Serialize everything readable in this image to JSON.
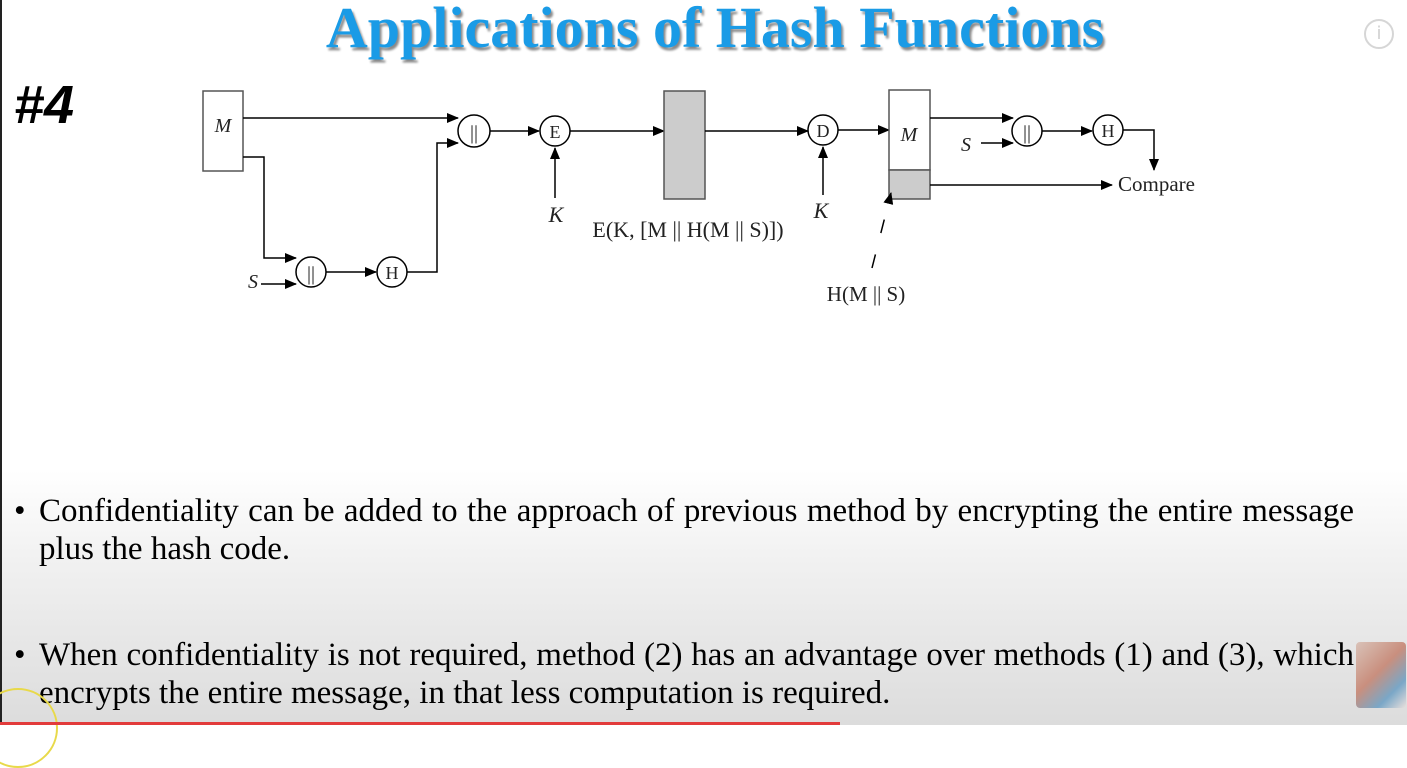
{
  "slide": {
    "title": "Applications of Hash Functions",
    "number": "#4",
    "info_glyph": "i"
  },
  "diagram": {
    "labels": {
      "m_source": "M",
      "s_sender": "S",
      "concat_glyph": "||",
      "hash_glyph": "H",
      "encrypt_glyph": "E",
      "decrypt_glyph": "D",
      "key_encrypt": "K",
      "key_decrypt": "K",
      "ciphertext": "E(K, [M || H(M || S)])",
      "m_received": "M",
      "s_receiver": "S",
      "compare": "Compare",
      "received_hash": "H(M || S)"
    }
  },
  "bullets": [
    "Confidentiality can be added to the approach of previous method by encrypting the entire message plus the hash code.",
    "When confidentiality is not required, method (2) has an advantage over methods (1) and (3), which encrypts the entire message, in that less computation is required."
  ],
  "colors": {
    "title": "#1a9be6",
    "box_fill": "#cccccc",
    "progress": "#e23b3b"
  }
}
